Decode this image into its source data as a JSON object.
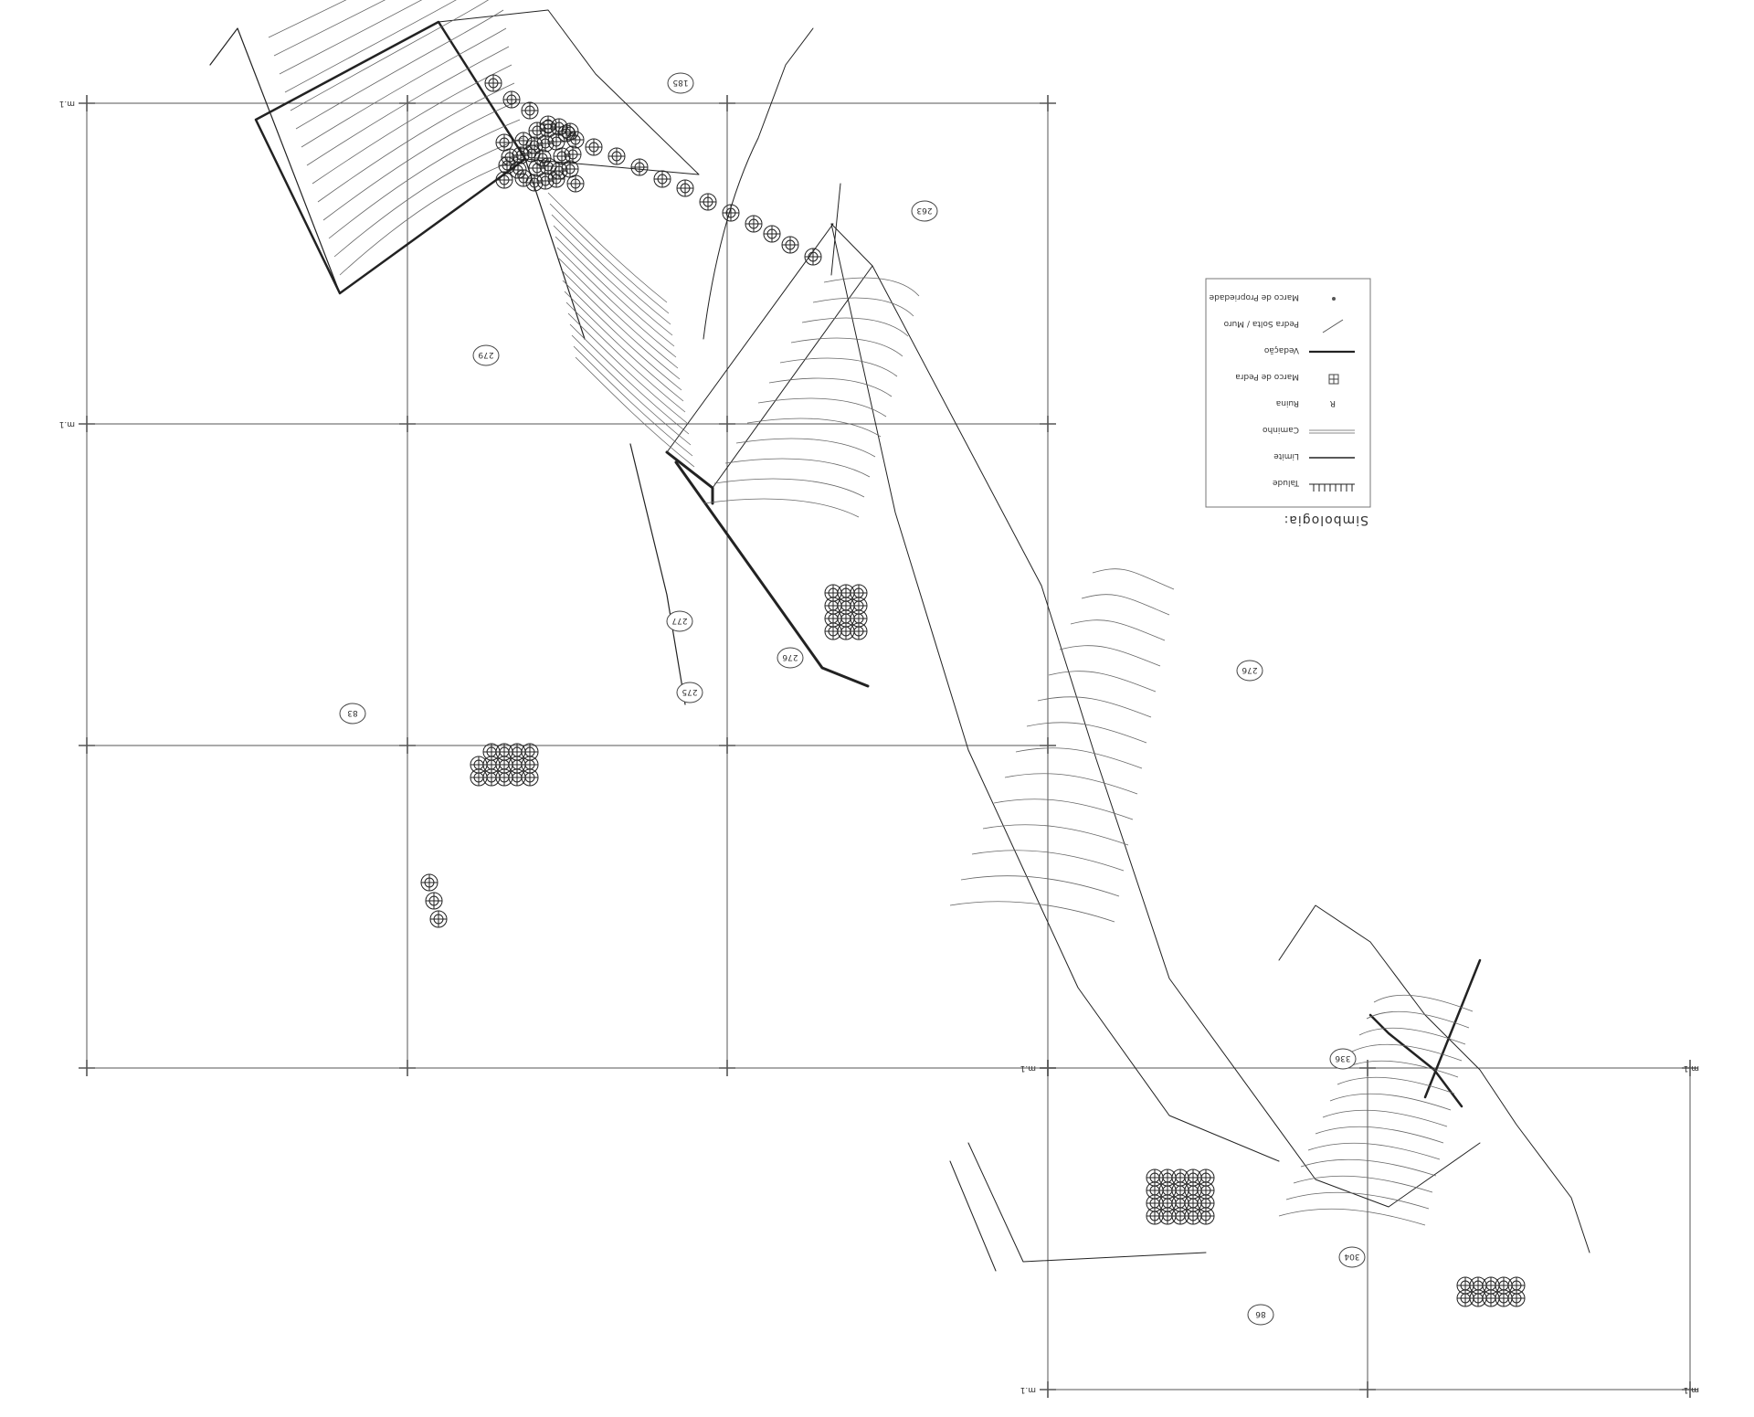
{
  "drawing": {
    "colors": {
      "line": "#222222",
      "thin": "#555555",
      "paper": "#ffffff",
      "accent": "#888888"
    },
    "parcel_labels": [
      "185",
      "263",
      "279",
      "275",
      "276",
      "277",
      "276",
      "83",
      "336",
      "304",
      "86"
    ],
    "grid_corner_labels": [
      "m.1",
      "m.1",
      "m.1",
      "m.1",
      "m.1",
      "m.1"
    ],
    "legend": {
      "title": "Simbologia:",
      "items": [
        {
          "label": "Talude",
          "icon": "hatch-icon"
        },
        {
          "label": "Limite",
          "icon": "line-icon"
        },
        {
          "label": "Caminho",
          "icon": "double-line-icon"
        },
        {
          "label": "Ruina",
          "icon": "letter-r-icon"
        },
        {
          "label": "Marco de Pedra",
          "icon": "boundary-marker-icon"
        },
        {
          "label": "Vedação",
          "icon": "thick-line-icon"
        },
        {
          "label": "Pedra Solta / Muro",
          "icon": "stone-wall-icon"
        },
        {
          "label": "Marco de Propriedade",
          "icon": "property-marker-icon"
        }
      ]
    }
  }
}
